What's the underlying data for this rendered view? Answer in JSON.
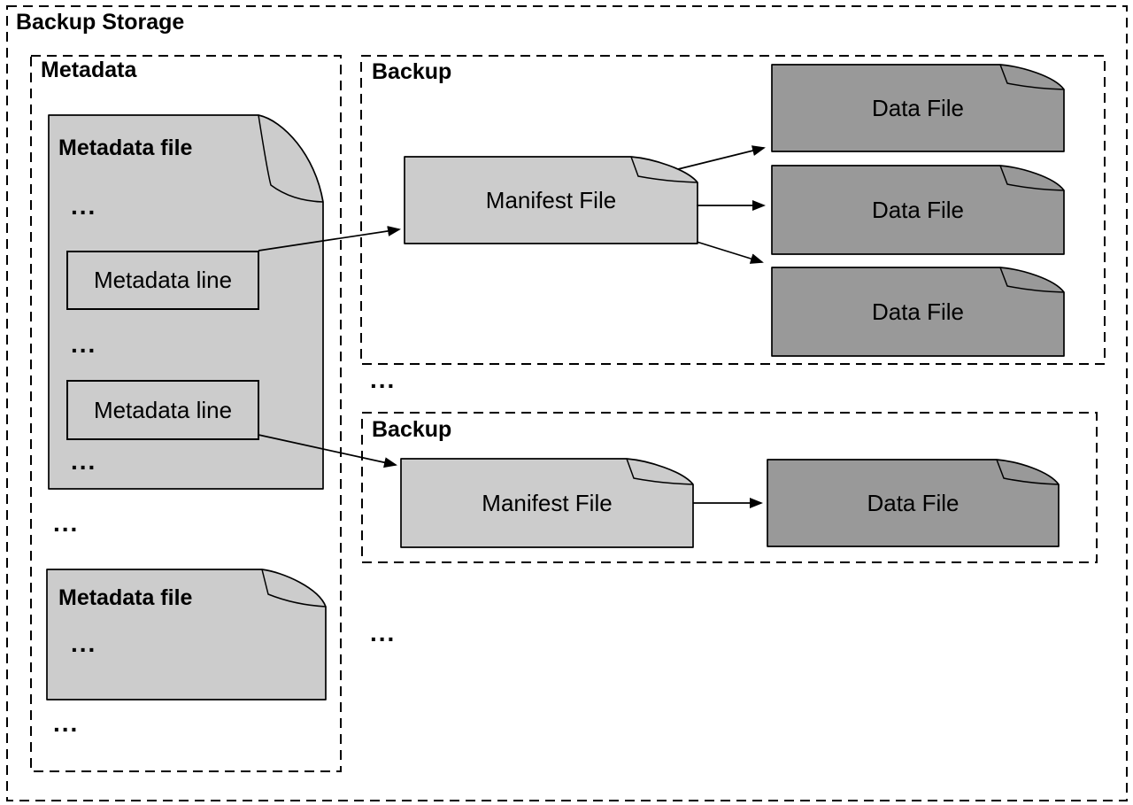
{
  "title": "Backup Storage",
  "metadata": {
    "label": "Metadata",
    "file1": {
      "title": "Metadata file",
      "dots1": "...",
      "line1": "Metadata line",
      "dots2": "...",
      "line2": "Metadata line",
      "dots3": "..."
    },
    "dots_between_files": "...",
    "file2": {
      "title": "Metadata file",
      "dots1": "..."
    },
    "dots_after_files": "..."
  },
  "backup1": {
    "label": "Backup",
    "manifest": "Manifest File",
    "data_files": [
      "Data File",
      "Data File",
      "Data File"
    ]
  },
  "dots_between_backups": "...",
  "backup2": {
    "label": "Backup",
    "manifest": "Manifest File",
    "data_files": [
      "Data File"
    ]
  },
  "dots_bottom": "...",
  "colors": {
    "file_light_fill": "#cccccc",
    "file_dark_fill": "#999999",
    "outline": "#000000",
    "background": "#ffffff"
  }
}
